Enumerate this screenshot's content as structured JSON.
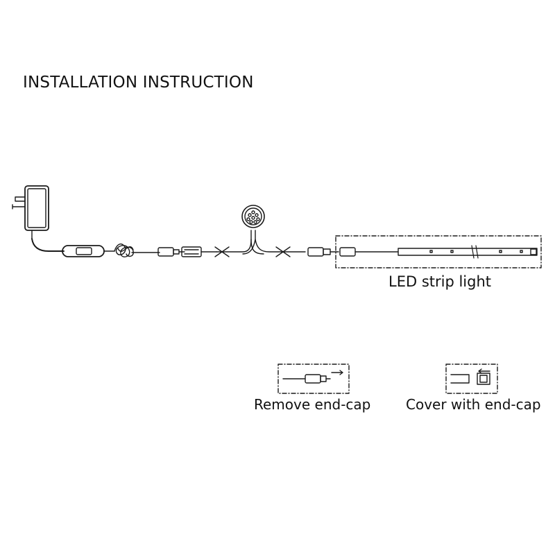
{
  "title": "INSTALLATION INSTRUCTION",
  "labels": {
    "strip": "LED strip light",
    "remove": "Remove end-cap",
    "cover": "Cover with end-cap"
  },
  "colors": {
    "line": "#1a1a1a",
    "background": "#ffffff"
  },
  "icons": [
    "power-adapter-icon",
    "inline-switch-icon",
    "dc-connector-icon",
    "sensor-puck-icon",
    "led-strip-icon"
  ]
}
